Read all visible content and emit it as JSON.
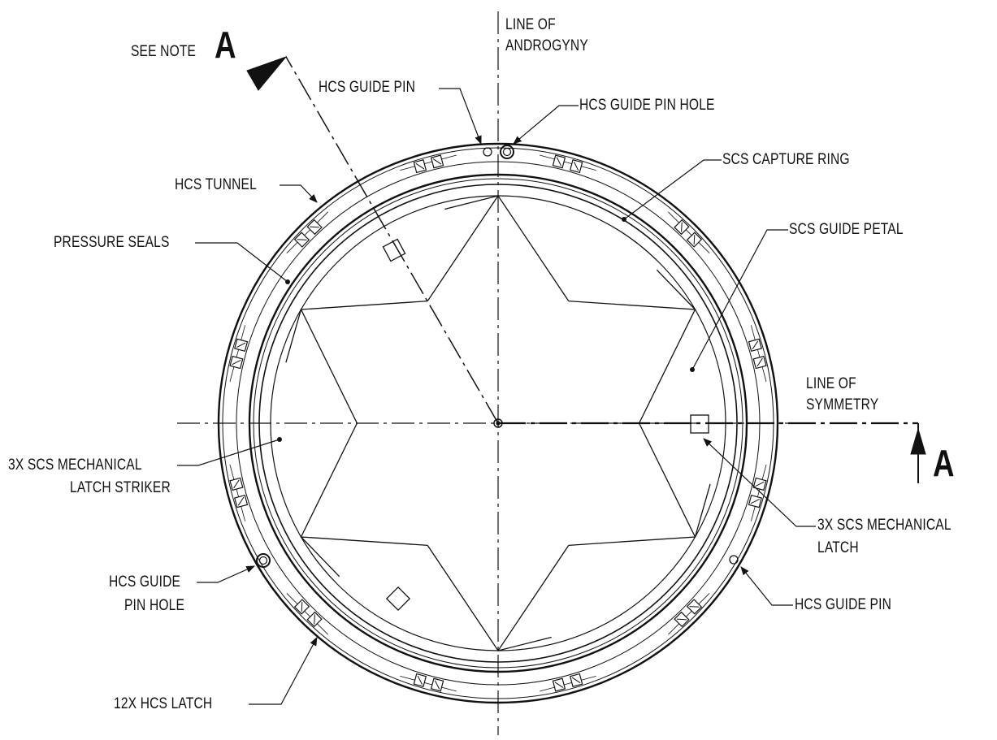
{
  "labels": {
    "see_note": "SEE NOTE",
    "section_mark_top": "A",
    "section_mark_right": "A",
    "line_of_androgyny_1": "LINE OF",
    "line_of_androgyny_2": "ANDROGYNY",
    "hcs_guide_pin_top": "HCS GUIDE PIN",
    "hcs_guide_pin_hole_top": "HCS GUIDE PIN HOLE",
    "scs_capture_ring": "SCS CAPTURE RING",
    "hcs_tunnel": "HCS TUNNEL",
    "pressure_seals": "PRESSURE SEALS",
    "scs_guide_petal": "SCS GUIDE PETAL",
    "line_of_symmetry_1": "LINE OF",
    "line_of_symmetry_2": "SYMMETRY",
    "scs_latch_striker_1": "3X SCS MECHANICAL",
    "scs_latch_striker_2": "LATCH STRIKER",
    "scs_mech_latch_1": "3X SCS MECHANICAL",
    "scs_mech_latch_2": "LATCH",
    "hcs_guide_pin_hole_left_1": "HCS GUIDE",
    "hcs_guide_pin_hole_left_2": "PIN HOLE",
    "hcs_guide_pin_right": "HCS GUIDE PIN",
    "hcs_latch": "12X HCS LATCH"
  },
  "colors": {
    "line": "#111111",
    "background": "#ffffff"
  }
}
